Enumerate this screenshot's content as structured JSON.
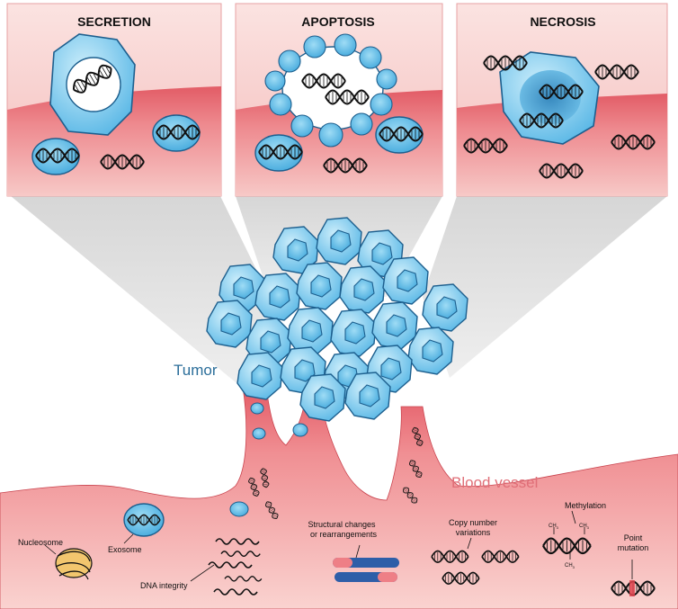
{
  "panels": {
    "secretion": "SECRETION",
    "apoptosis": "APOPTOSIS",
    "necrosis": "NECROSIS"
  },
  "labels": {
    "tumor": "Tumor",
    "blood_vessel": "Blood vessel",
    "nucleosome": "Nucleosome",
    "exosome": "Exosome",
    "dna_integrity": "DNA integrity",
    "structural_line1": "Structural changes",
    "structural_line2": "or rearrangements",
    "copy_line1": "Copy number",
    "copy_line2": "variations",
    "methylation": "Methylation",
    "ch3": "CH",
    "ch3_sub": "3",
    "point_line1": "Point",
    "point_line2": "mutation"
  },
  "colors": {
    "vessel": "#e96c72",
    "vessel_light": "#f6c5c2",
    "cell_fill": "#7cc8ec",
    "cell_stroke": "#1d5f8e",
    "cone": "#dcdcdc"
  }
}
